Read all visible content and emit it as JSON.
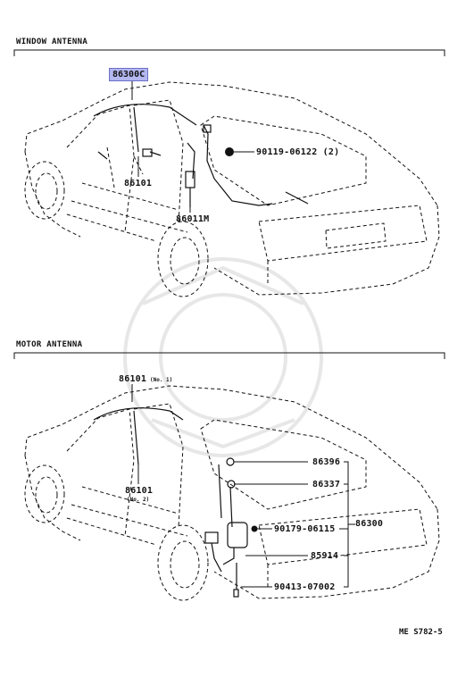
{
  "sections": {
    "window": {
      "title": "WINDOW ANTENNA"
    },
    "motor": {
      "title": "MOTOR ANTENNA"
    }
  },
  "window_parts": {
    "p86300c": "86300C",
    "p90119": "90119-06122 (2)",
    "p86101": "86101",
    "p86011m": "86011M"
  },
  "motor_parts": {
    "p86101_no1": "86101",
    "p86101_no1_note": "(No. 1)",
    "p86101_no2": "86101",
    "p86101_no2_note": "(No. 2)",
    "p86396": "86396",
    "p86337": "86337",
    "p90179": "90179-06115",
    "p86300": "86300",
    "p85914": "85914",
    "p90413": "90413-07002"
  },
  "footer": {
    "ref": "ME S782-5"
  },
  "colors": {
    "highlight": "#b3b7f0",
    "line": "#111111"
  }
}
